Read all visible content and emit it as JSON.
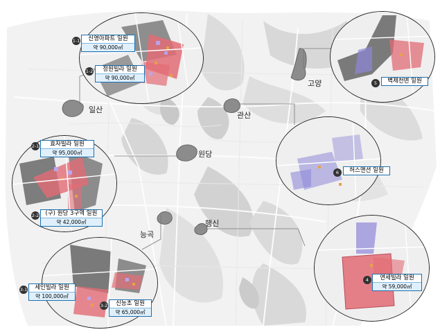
{
  "areas": {
    "ilsan": "일산",
    "goyang": "고양",
    "gwansan": "관산",
    "wondang": "원당",
    "neunggok": "능곡",
    "haengsin": "행신"
  },
  "sites": [
    {
      "badge": "1-1",
      "name": "신영아파트 일원",
      "area": "약 90,000㎡"
    },
    {
      "badge": "1-2",
      "name": "정원빌라 일원",
      "area": "약 90,000㎡"
    },
    {
      "badge": "2-1",
      "name": "효자빌라 일원",
      "area": "약 95,000㎡"
    },
    {
      "badge": "2-2",
      "name": "(구) 원당 3구역 일원",
      "area": "약 42,000㎡"
    },
    {
      "badge": "3-1",
      "name": "세인빌라 일원",
      "area": "약 100,000㎡"
    },
    {
      "badge": "3-2",
      "name": "신능초 일원",
      "area": "약 65,000㎡"
    },
    {
      "badge": "4",
      "name": "연세빌라 일원",
      "area": "약 59,000㎡"
    },
    {
      "badge": "5",
      "name": "벽제천변 일원",
      "area": ""
    },
    {
      "badge": "6",
      "name": "허스맨션 일원",
      "area": ""
    }
  ],
  "colors": {
    "label_border": "#1a6fb0",
    "label_fill": "#cfe8fb",
    "site_red": "#e05a64",
    "site_purple": "#8e88d8"
  }
}
